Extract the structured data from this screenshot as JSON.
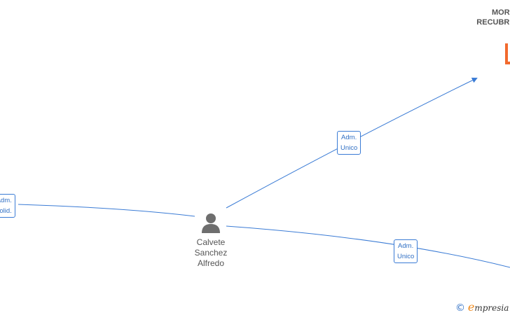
{
  "company": {
    "name_line1": "MOR",
    "name_line2": "RECUBR"
  },
  "person": {
    "name_line1": "Calvete",
    "name_line2": "Sanchez",
    "name_line3": "Alfredo"
  },
  "edge_labels": [
    {
      "line1": "Adm.",
      "line2": "Unico"
    },
    {
      "line1": "Adm.",
      "line2": "Unico"
    },
    {
      "line1": "Adm.",
      "line2": "Solid."
    }
  ],
  "watermark": {
    "copyright_symbol": "©",
    "brand_first": "e",
    "brand_rest": "mpresia"
  },
  "colors": {
    "edge": "#3a7bd5",
    "node_icon": "#6e6e6e",
    "company_icon": "#f26a2e",
    "brand_accent": "#f08a1c"
  }
}
